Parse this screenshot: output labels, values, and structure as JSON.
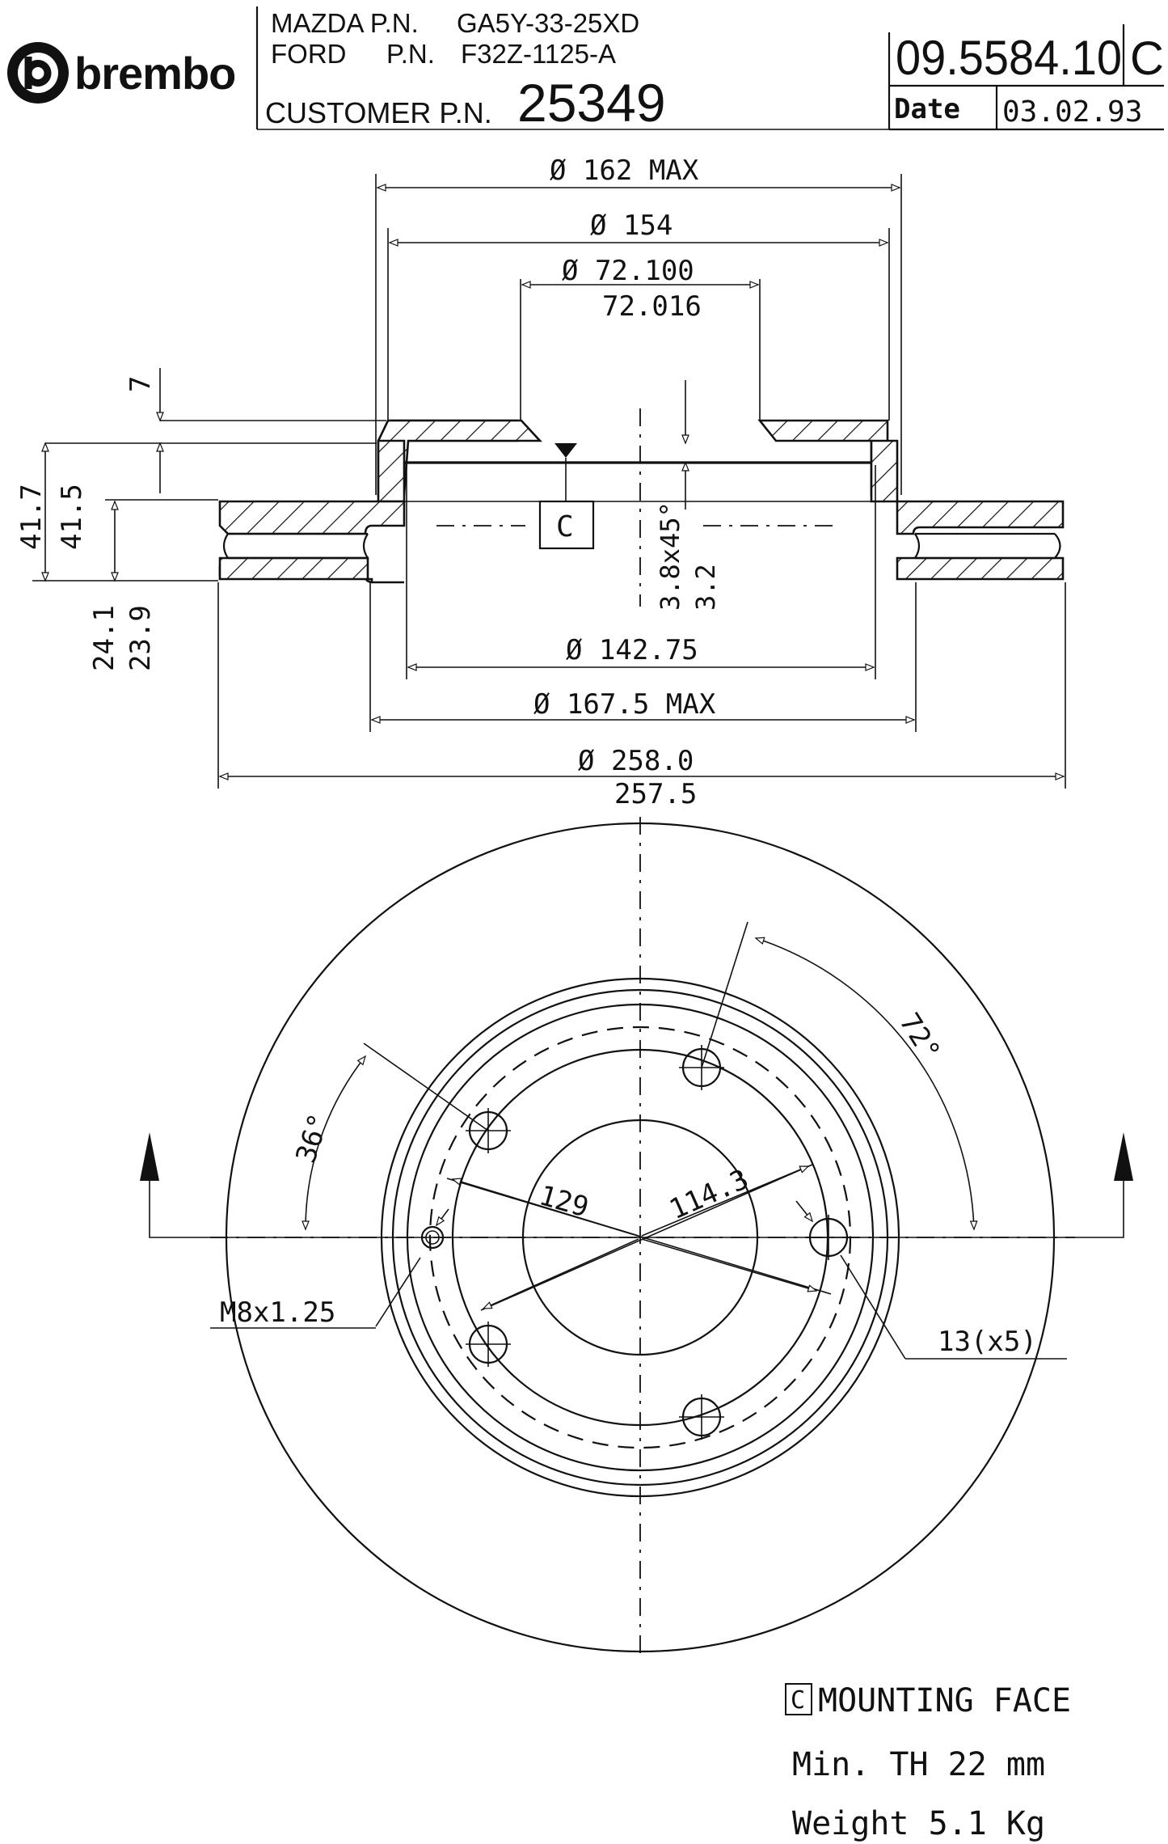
{
  "header": {
    "brand": "brembo",
    "mazda_label": "MAZDA P.N.",
    "mazda_pn": "GA5Y-33-25XD",
    "ford_label": "FORD",
    "ford_pn_label": "P.N.",
    "ford_pn": "F32Z-1125-A",
    "customer_label": "CUSTOMER P.N.",
    "customer_pn": "25349",
    "drawing_no": "09.5584.10",
    "revision": "C",
    "date_label": "Date",
    "date": "03.02.93"
  },
  "section_view": {
    "d_162": "Ø 162 MAX",
    "d_154": "Ø 154",
    "d_72_upper": "Ø 72.100",
    "d_72_lower": "72.016",
    "dim_7": "7",
    "dim_41_7": "41.7",
    "dim_41_5": "41.5",
    "dim_24_1": "24.1",
    "dim_23_9": "23.9",
    "datum": "C",
    "chamfer": "3.8x45°",
    "dim_3_2": "3.2",
    "d_142_75": "Ø 142.75",
    "d_167_5": "Ø 167.5 MAX",
    "d_258_upper": "Ø 258.0",
    "d_258_lower": "257.5"
  },
  "front_view": {
    "angle_72": "72°",
    "angle_36": "36°",
    "pcd_129": "129",
    "pcd_114": "114.3",
    "thread": "M8x1.25",
    "holes": "13(x5)"
  },
  "notes": {
    "datum_box": "C",
    "mounting_face": "MOUNTING FACE",
    "min_th": "Min. TH 22 mm",
    "weight": "Weight 5.1 Kg"
  }
}
